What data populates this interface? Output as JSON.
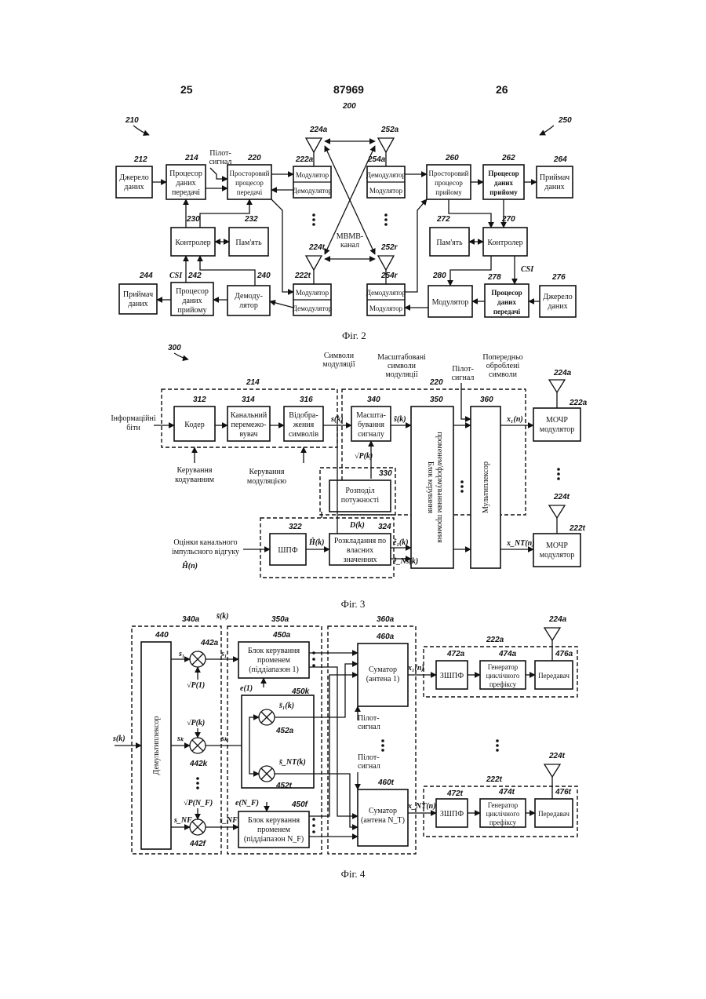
{
  "header": {
    "page_left": "25",
    "doc_number": "87969",
    "page_right": "26"
  },
  "fig2": {
    "caption": "Фіг. 2",
    "refs": {
      "r200": "200",
      "r210": "210",
      "r250": "250",
      "r212": "212",
      "r214": "214",
      "r220": "220",
      "r222a": "222a",
      "r224a": "224a",
      "r252a": "252a",
      "r254a": "254a",
      "r260": "260",
      "r262": "262",
      "r264": "264",
      "r230": "230",
      "r232": "232",
      "r272": "272",
      "r270": "270",
      "r224t": "224t",
      "r252r": "252r",
      "r244": "244",
      "r242": "242",
      "r240": "240",
      "r222t": "222t",
      "r254r": "254r",
      "r280": "280",
      "r278": "278",
      "r276": "276"
    },
    "source1": [
      "Джерело",
      "даних"
    ],
    "txproc": [
      "Процесор",
      "даних",
      "передачі"
    ],
    "pilot": [
      "Пілот-",
      "сигнал"
    ],
    "spatial_tx": [
      "Просторовий",
      "процесор",
      "передачі"
    ],
    "mod": "Модулятор",
    "demod": "Демодулятор",
    "spatial_rx": [
      "Просторовий",
      "процесор",
      "прийому"
    ],
    "rxproc": [
      "Процесор",
      "даних",
      "прийому"
    ],
    "sink": [
      "Приймач",
      "даних"
    ],
    "controller": "Контролер",
    "memory": "Пам'ять",
    "mimo": [
      "МВМВ-",
      "канал"
    ],
    "csi": "CSI",
    "demod_big": [
      "Демоду-",
      "лятор"
    ],
    "modulator_big": "Модулятор",
    "source2": [
      "Джерело",
      "даних"
    ]
  },
  "fig3": {
    "caption": "Фіг. 3",
    "refs": {
      "r300": "300",
      "r214": "214",
      "r220": "220",
      "r312": "312",
      "r314": "314",
      "r316": "316",
      "r340": "340",
      "r350": "350",
      "r360": "360",
      "r330": "330",
      "r322": "322",
      "r324": "324",
      "r224a": "224a",
      "r222a": "222a",
      "r224t": "224t",
      "r222t": "222t"
    },
    "info_bits": [
      "Інформаційні",
      "біти"
    ],
    "coder": "Кодер",
    "interleaver": [
      "Канальний",
      "перемежо-",
      "вувач"
    ],
    "mapper": [
      "Відобра-",
      "ження",
      "символів"
    ],
    "coding_ctrl": [
      "Керування",
      "кодуванням"
    ],
    "mod_ctrl": [
      "Керування",
      "модуляцією"
    ],
    "mod_symbols": [
      "Символи",
      "модуляції"
    ],
    "scaled_symbols": [
      "Масштабовані",
      "символи",
      "модуляції"
    ],
    "pilot": [
      "Пілот-",
      "сигнал"
    ],
    "preproc": [
      "Попередньо",
      "оброблені",
      "символи"
    ],
    "scaler": [
      "Масшта-",
      "бування",
      "сигналу"
    ],
    "power_alloc": [
      "Розподіл",
      "потужності"
    ],
    "beam_block": [
      "Блок керування",
      "променем/формуванням променя"
    ],
    "mux": "Мультиплексор",
    "ofdm_mod": [
      "МОЧР",
      "модулятор"
    ],
    "ch_est": [
      "Оцінки канального",
      "імпульсного відгуку"
    ],
    "fft": "ШПФ",
    "eig": [
      "Розкладання по",
      "власних",
      "значеннях"
    ],
    "sym_sk": "s(k)",
    "sym_tilde_sk": "s̃(k)",
    "sym_pk": "√P(k)",
    "sym_dk": "D(k)",
    "sym_hk": "Ĥ(k)",
    "sym_e1": "ê₁(k)",
    "sym_ens": "ê_Ns(k)",
    "sym_x1": "x₁(n)",
    "sym_xnt": "x_NT(n)",
    "sym_hn": "Ĥ(n)"
  },
  "fig4": {
    "caption": "Фіг. 4",
    "refs": {
      "r340a": "340a",
      "r350a": "350a",
      "r360a": "360a",
      "r440": "440",
      "r442a": "442a",
      "r442k": "442k",
      "r442f": "442f",
      "r450a": "450a",
      "r450k": "450k",
      "r450f": "450f",
      "r452a": "452a",
      "r452t": "452t",
      "r460a": "460a",
      "r460t": "460t",
      "r222a": "222a",
      "r222t": "222t",
      "r224a": "224a",
      "r224t": "224t",
      "r472a": "472a",
      "r474a": "474a",
      "r476a": "476a",
      "r472t": "472t",
      "r474t": "474t",
      "r476t": "476t"
    },
    "demux": "Демультиплексор",
    "beam1": [
      "Блок керування",
      "променем",
      "(піддіапазон 1)"
    ],
    "beamNF": [
      "Блок керування",
      "променем",
      "(піддіапазон N_F)"
    ],
    "sum1": [
      "Суматор",
      "(антена 1)"
    ],
    "sumNT": [
      "Суматор",
      "(антена N_T)"
    ],
    "pilot": [
      "Пілот-",
      "сигнал"
    ],
    "ifft": "ЗШПФ",
    "cp_gen": [
      "Генератор",
      "циклічного",
      "префіксу"
    ],
    "transmitter": "Передавач",
    "sym_sk": "s(k)",
    "sym_s1": "s₁",
    "sym_sk2": "sₖ",
    "sym_snf": "s_NF",
    "sym_p1": "√P(1)",
    "sym_pk": "√P(k)",
    "sym_pnf": "√P(N_F)",
    "sym_e1": "e(1)",
    "sym_enf": "e(N_F)",
    "sym_x1": "x₁(n)",
    "sym_xnt": "x_NT(n)",
    "sym_sbar": "s̄(k)",
    "sym_s1k": "s̄₁(k)",
    "sym_snt": "s̄_NT(k)"
  }
}
